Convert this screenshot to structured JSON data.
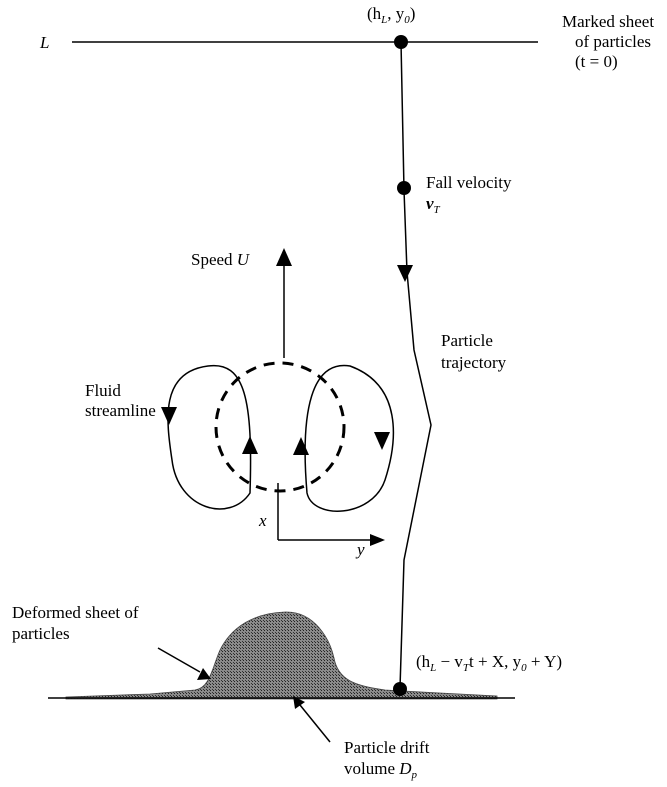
{
  "labels": {
    "L": "L",
    "marked_sheet": [
      "Marked sheet",
      "of particles",
      "(t = 0)"
    ],
    "fall_velocity": "Fall velocity",
    "speed": "Speed",
    "speed_symbol": "U",
    "particle_trajectory": [
      "Particle",
      "trajectory"
    ],
    "fluid_streamline": [
      "Fluid",
      "streamline"
    ],
    "axis_x": "x",
    "axis_y": "y",
    "deformed_sheet": [
      "Deformed sheet of",
      "particles"
    ],
    "drift_volume": [
      "Particle drift",
      "volume"
    ],
    "drift_symbol": "D",
    "drift_sub": "p",
    "top_point": {
      "open": "(h",
      "sub1": "L",
      "mid": ", y",
      "sub2": "0",
      "close": ")"
    },
    "bottom_point": {
      "a": "(h",
      "sub1": "L",
      "b": " − v",
      "sub2": "T",
      "c": "t + X, y",
      "sub3": "0",
      "d": " + Y)"
    }
  },
  "velocity_symbol": {
    "base": "v",
    "sub": "T"
  },
  "colors": {
    "ink": "#000000",
    "hatch": "#6e6e6e"
  }
}
